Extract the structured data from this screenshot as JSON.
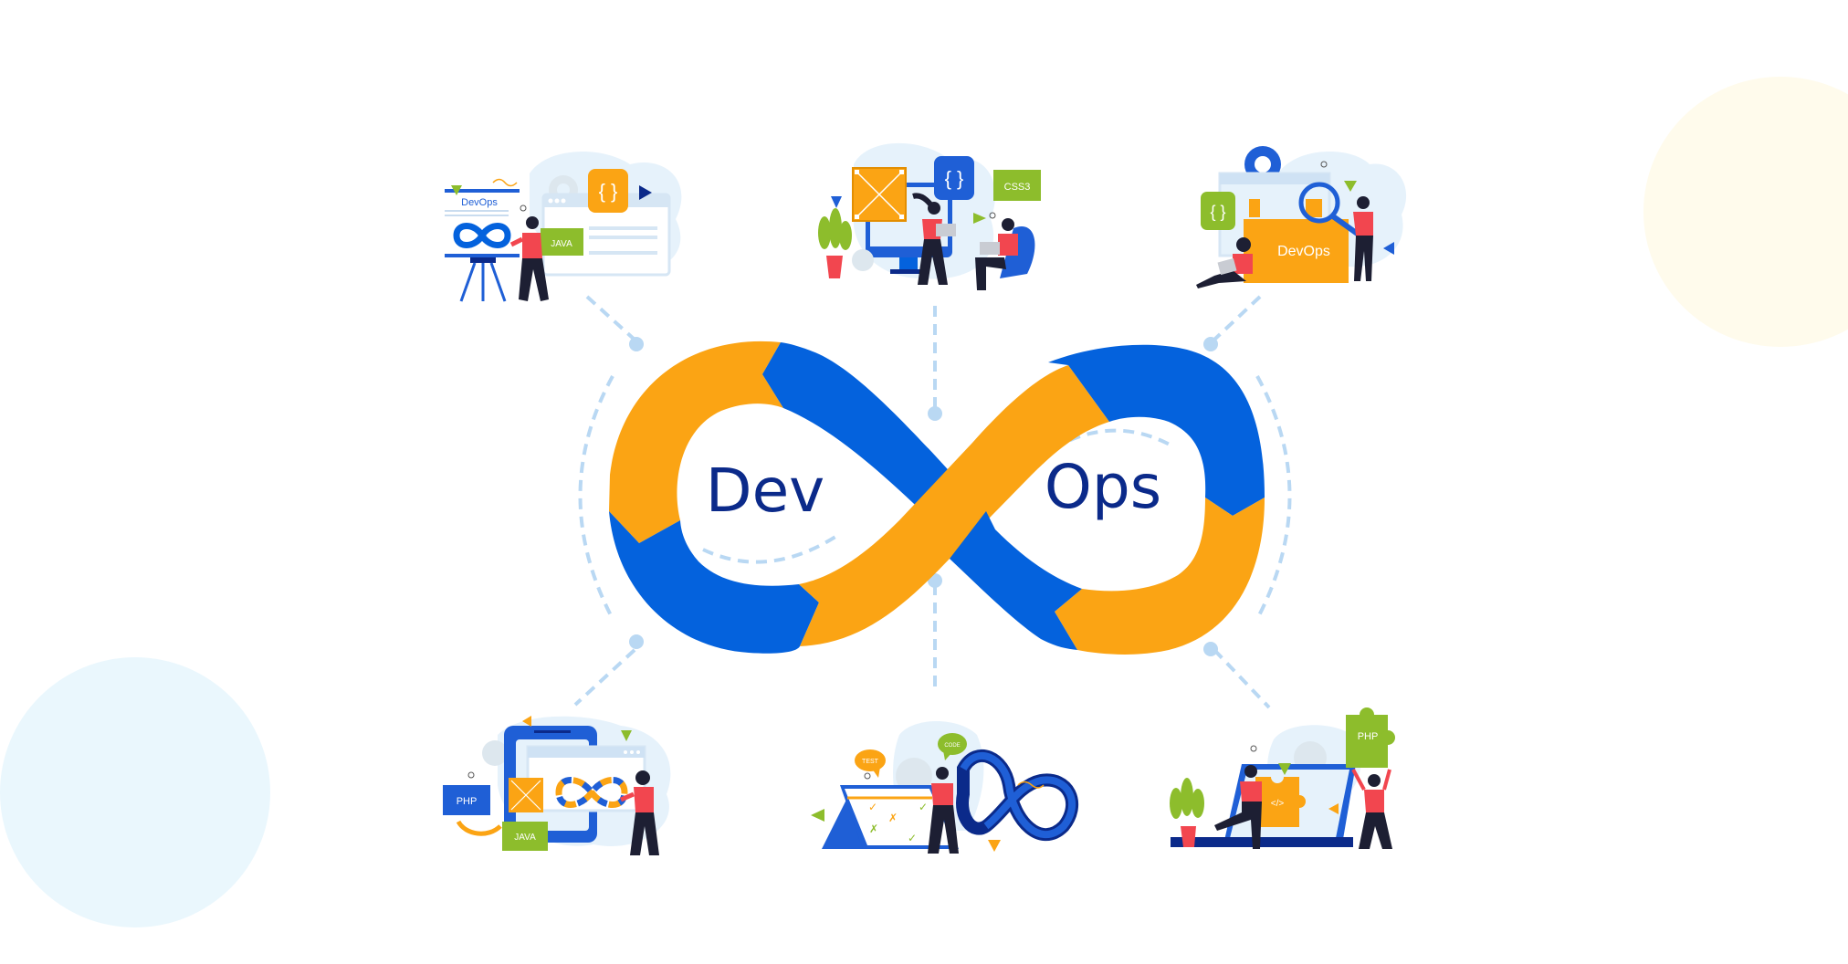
{
  "diagram": {
    "title_left": "Dev",
    "title_right": "Ops",
    "colors": {
      "blue": "#0462dd",
      "orange": "#fba414",
      "navy_text": "#0b2a8a",
      "dash": "#b9d8f3",
      "green": "#8dbd2c",
      "red_shirt": "#f2464f",
      "dark_pants": "#1d1f33",
      "light_blob": "#e6f2fb",
      "bg_cream": "#fffbec",
      "bg_sky": "#eaf7fd"
    },
    "vignettes": [
      {
        "id": "top-left",
        "theme": "presentation-whiteboard",
        "board_label": "DevOps",
        "tags": [
          "JAVA",
          "{ }"
        ],
        "icons": [
          "whiteboard-icon",
          "infinity-icon",
          "code-braces-icon",
          "browser-window-icon",
          "gear-icon",
          "play-triangle-icon"
        ]
      },
      {
        "id": "top-center",
        "theme": "team-at-monitor",
        "tags": [
          "{ }",
          "CSS3"
        ],
        "icons": [
          "image-placeholder-icon",
          "monitor-icon",
          "plant-icon",
          "gear-icon",
          "laptop-icon",
          "play-triangle-icon"
        ]
      },
      {
        "id": "top-right",
        "theme": "devops-folder-search",
        "folder_label": "DevOps",
        "tags": [
          "{ }"
        ],
        "icons": [
          "gear-icon",
          "folder-icon",
          "magnifier-icon",
          "code-braces-icon",
          "triangle-icon"
        ]
      },
      {
        "id": "bottom-left",
        "theme": "mobile-app-dev",
        "tags": [
          "PHP",
          "JAVA"
        ],
        "icons": [
          "phone-icon",
          "browser-window-icon",
          "infinity-icon",
          "image-placeholder-icon",
          "gear-icon",
          "arrow-icon"
        ]
      },
      {
        "id": "bottom-center",
        "theme": "calendar-planning",
        "bubbles": [
          "TEST",
          "CODE"
        ],
        "icons": [
          "calendar-icon",
          "check-icon",
          "x-mark-icon",
          "infinity-icon",
          "gear-icon",
          "triangle-icon"
        ]
      },
      {
        "id": "bottom-right",
        "theme": "puzzle-integration",
        "tags": [
          "PHP",
          "</>"
        ],
        "icons": [
          "laptop-icon",
          "puzzle-piece-icon",
          "plant-icon",
          "gear-icon",
          "triangle-icon"
        ]
      }
    ]
  }
}
